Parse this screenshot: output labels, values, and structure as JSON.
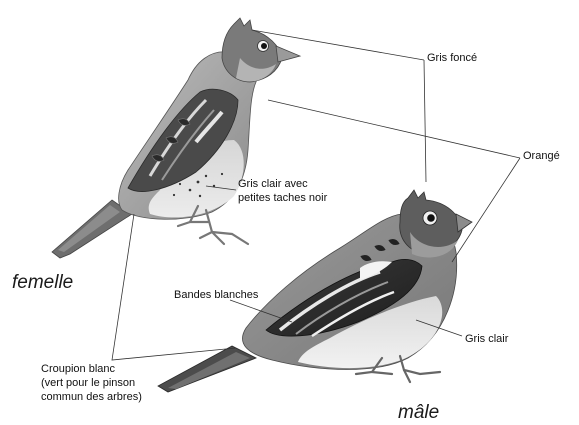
{
  "labels": {
    "gris_fonce": "Gris foncé",
    "orange": "Orangé",
    "gris_clair_taches": [
      "Gris clair avec",
      "petites taches noir"
    ],
    "bandes_blanches": "Bandes blanches",
    "gris_clair": "Gris clair",
    "croupion": [
      "Croupion blanc",
      "(vert pour le pinson",
      "commun des arbres)"
    ]
  },
  "sexes": {
    "femelle": "femelle",
    "male": "mâle"
  },
  "illustrations": {
    "female_bird": "female-chaffinch-illustration",
    "male_bird": "male-chaffinch-illustration"
  }
}
